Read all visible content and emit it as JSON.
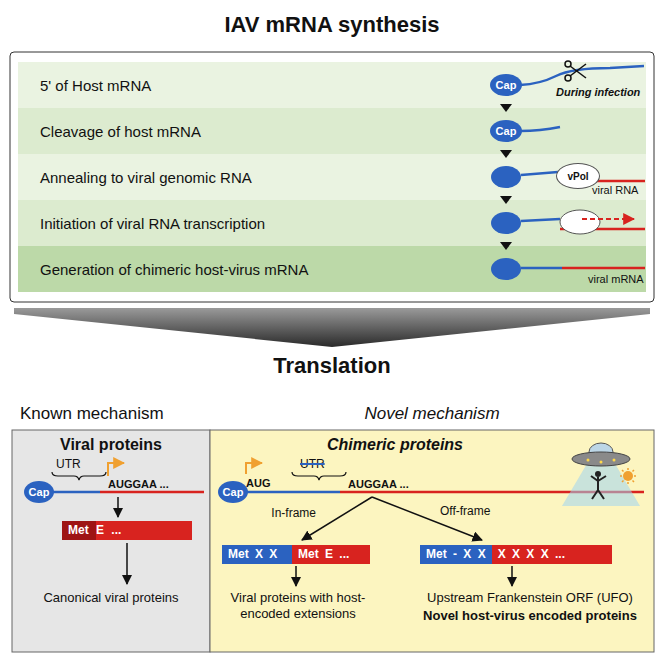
{
  "diagram": {
    "nodes": [
      {
        "text": [
          "IAV mRNA synthesis"
        ]
      },
      {
        "text": [
          "5' of Host mRNA"
        ],
        "in": 0
      },
      {
        "text": [
          "Cap"
        ],
        "in": 1
      },
      {
        "text": [
          "Cleavage of host mRNA"
        ],
        "in": 0
      },
      {
        "text": [
          "Cap"
        ],
        "in": 3
      },
      {
        "text": [
          "Annealing to viral genomic RNA"
        ],
        "in": 0
      },
      {
        "text": [
          "vPol"
        ],
        "in": 5
      },
      {
        "text": [
          "Initiation of viral RNA transcription"
        ],
        "in": 0
      },
      {
        "text": [
          "Generation of chimeric host-virus mRNA"
        ],
        "in": 0
      },
      {
        "text": [
          "Known mechanism",
          "Viral proteins"
        ]
      },
      {
        "text": [
          "Cap"
        ],
        "in": 9
      },
      {
        "text": [
          "Met E ..."
        ],
        "in": 9
      },
      {
        "text": [
          "Novel mechanism",
          "Chimeric proteins"
        ]
      },
      {
        "text": [
          "Cap"
        ],
        "in": 12
      },
      {
        "text": [
          "Met X X",
          "Met E ..."
        ],
        "in": 12
      },
      {
        "text": [
          "Met - X X",
          "X X X X ..."
        ],
        "in": 12
      }
    ],
    "labels": [
      "During infection",
      "viral RNA",
      "viral mRNA",
      "Translation",
      "UTR",
      "AUGGAA ...",
      "Canonical viral proteins",
      "AUG",
      "UTR",
      "AUGGAA ...",
      "In-frame",
      "Off-frame",
      "Viral proteins with host-encoded extensions",
      "Upstream Frankenstein ORF (UFO)",
      "Novel host-virus encoded proteins"
    ]
  }
}
